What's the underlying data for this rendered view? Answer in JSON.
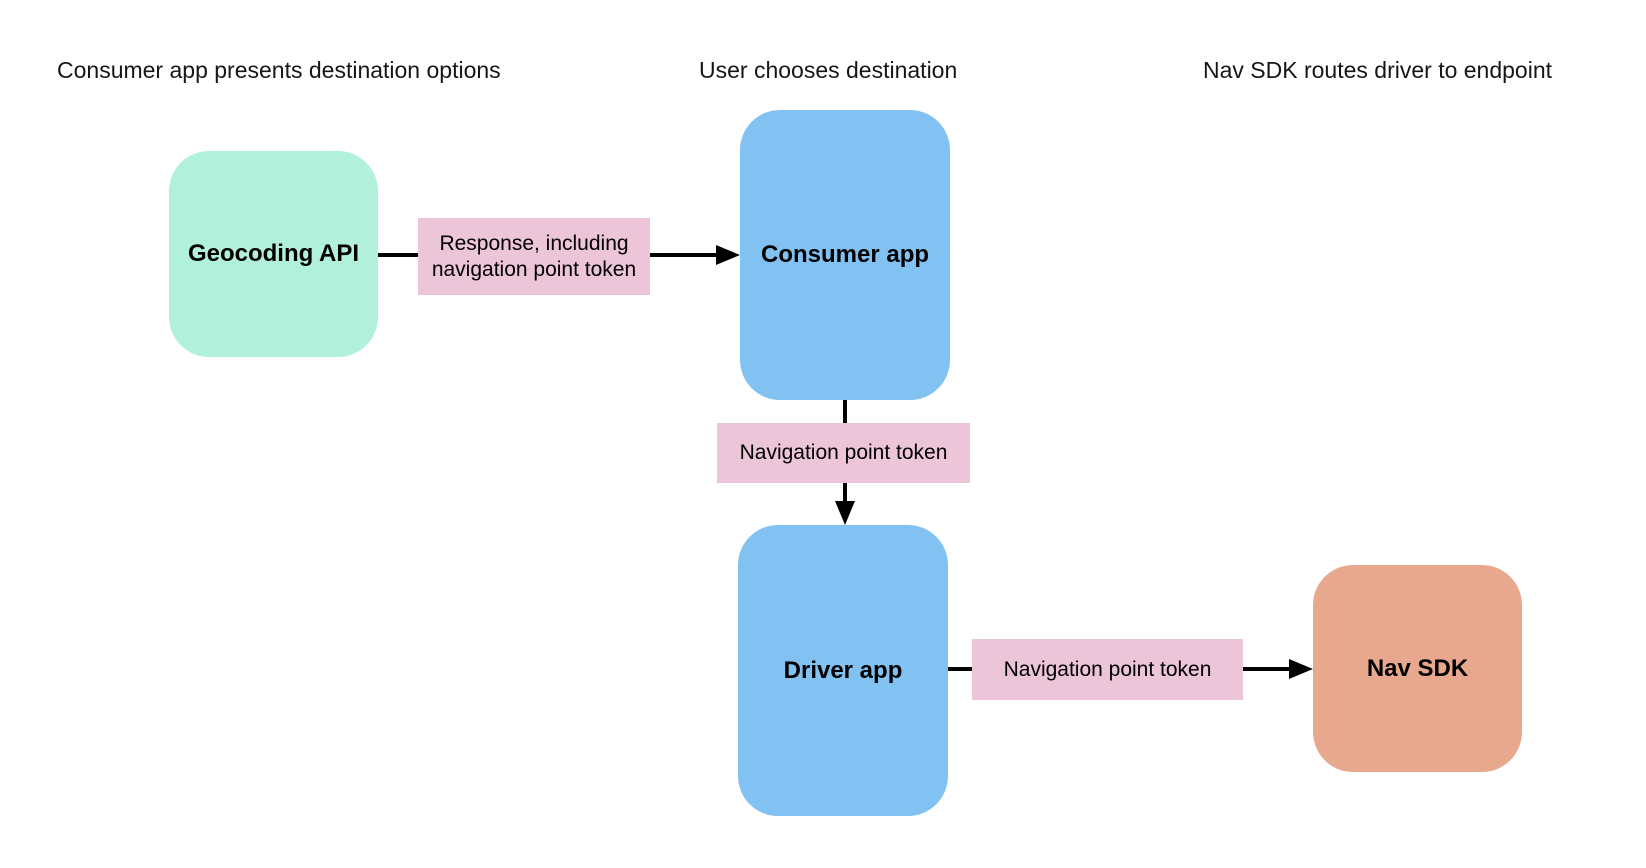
{
  "colors": {
    "node-mint": "#b1f0da",
    "node-blue": "#82c2f2",
    "node-salmon": "#e8a88e",
    "edge-label-pink": "#ecc5d8",
    "edge-line": "#000000",
    "heading-text": "#161616",
    "node-text": "#000000",
    "background": "#ffffff"
  },
  "headers": [
    {
      "label": "Consumer app presents destination options"
    },
    {
      "label": "User chooses destination"
    },
    {
      "label": "Nav SDK routes driver to endpoint"
    }
  ],
  "nodes": [
    {
      "id": "geocoding-api",
      "label": "Geocoding API",
      "color": "#b1f0da"
    },
    {
      "id": "consumer-app",
      "label": "Consumer app",
      "color": "#82c2f2"
    },
    {
      "id": "driver-app",
      "label": "Driver app",
      "color": "#82c2f2"
    },
    {
      "id": "nav-sdk",
      "label": "Nav SDK",
      "color": "#e8a88e"
    }
  ],
  "edges": [
    {
      "from": "geocoding-api",
      "to": "consumer-app",
      "label": "Response, including navigation point token"
    },
    {
      "from": "consumer-app",
      "to": "driver-app",
      "label": "Navigation point token"
    },
    {
      "from": "driver-app",
      "to": "nav-sdk",
      "label": "Navigation point token"
    }
  ]
}
